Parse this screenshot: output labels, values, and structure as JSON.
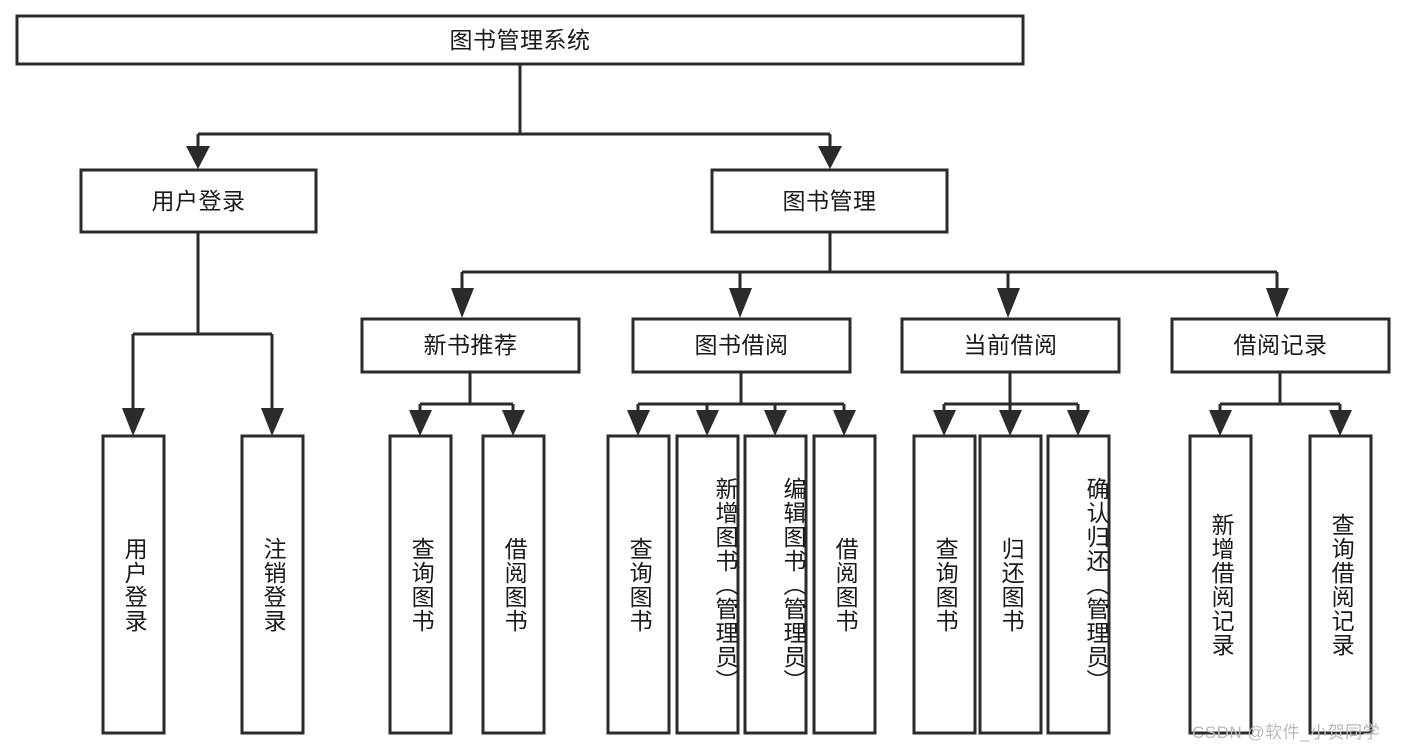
{
  "diagram": {
    "type": "tree-hierarchy-flowchart",
    "title": "图书管理系统",
    "watermark": "CSDN @软件_小贺同学",
    "colors": {
      "stroke": "#2b2b2b",
      "fill": "#ffffff",
      "text": "#1a1a1a",
      "watermark": "#b9b9b9",
      "background": "#ffffff"
    },
    "levels": {
      "root": {
        "label": "图书管理系统"
      },
      "level2": [
        {
          "label": "用户登录"
        },
        {
          "label": "图书管理"
        }
      ],
      "level3": [
        {
          "label": "新书推荐"
        },
        {
          "label": "图书借阅"
        },
        {
          "label": "当前借阅"
        },
        {
          "label": "借阅记录"
        }
      ],
      "leaves": {
        "user_login": [
          {
            "label": "用户登录"
          },
          {
            "label": "注销登录"
          }
        ],
        "new_book_recommend": [
          {
            "label": "查询图书"
          },
          {
            "label": "借阅图书"
          }
        ],
        "book_borrow": [
          {
            "label": "查询图书"
          },
          {
            "label": "新增图书（管理员）"
          },
          {
            "label": "编辑图书（管理员）"
          },
          {
            "label": "借阅图书"
          }
        ],
        "current_borrow": [
          {
            "label": "查询图书"
          },
          {
            "label": "归还图书"
          },
          {
            "label": "确认归还（管理员）"
          }
        ],
        "borrow_record": [
          {
            "label": "新增借阅记录"
          },
          {
            "label": "查询借阅记录"
          }
        ]
      }
    }
  }
}
